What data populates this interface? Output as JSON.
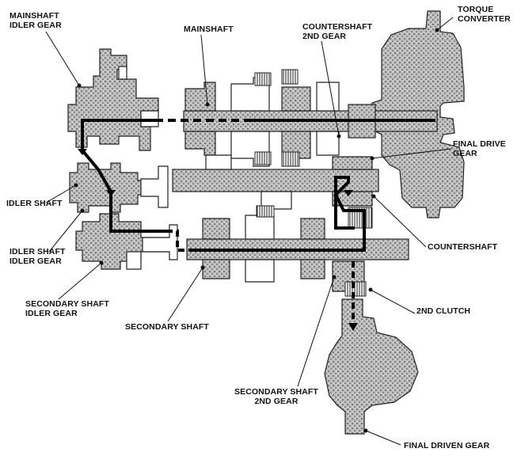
{
  "labels": {
    "mainshaft_idler_gear": [
      "MAINSHAFT",
      "IDLER GEAR"
    ],
    "mainshaft": "MAINSHAFT",
    "countershaft_2nd_gear": [
      "COUNTERSHAFT",
      "2ND GEAR"
    ],
    "torque_converter": [
      "TORQUE",
      "CONVERTER"
    ],
    "final_drive_gear": [
      "FINAL DRIVE",
      "GEAR"
    ],
    "idler_shaft": "IDLER SHAFT",
    "idler_shaft_idler_gear": [
      "IDLER SHAFT",
      "IDLER GEAR"
    ],
    "countershaft": "COUNTERSHAFT",
    "secondary_shaft_idler_gear": [
      "SECONDARY SHAFT",
      "IDLER GEAR"
    ],
    "secondary_shaft": "SECONDARY SHAFT",
    "second_clutch": "2ND CLUTCH",
    "secondary_shaft_2nd_gear": [
      "SECONDARY SHAFT",
      "2ND GEAR"
    ],
    "final_driven_gear": "FINAL DRIVEN GEAR"
  },
  "colors": {
    "ink": "#111111",
    "component_fill": "#a9a9a9",
    "power_flow": "#000000"
  }
}
